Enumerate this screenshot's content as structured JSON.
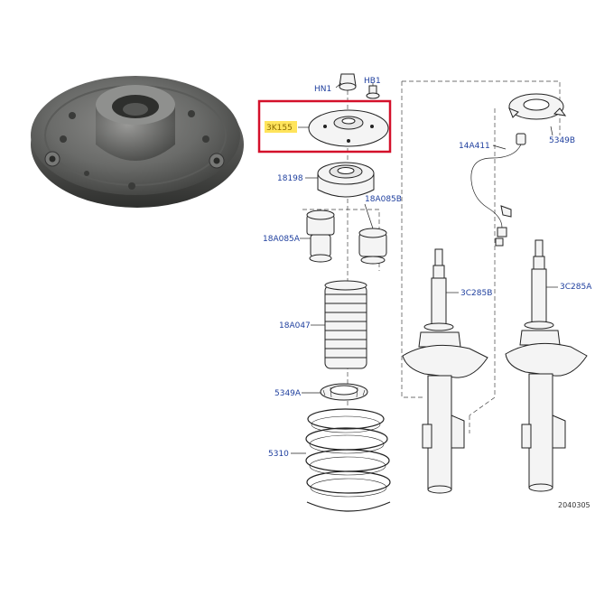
{
  "labels": {
    "hn1": "HN1",
    "hb1": "HB1",
    "k3155": "3K155",
    "p18198": "18198",
    "p18a085b": "18A085B",
    "p18a085a": "18A085A",
    "p18a047": "18A047",
    "p5349a": "5349A",
    "p5310": "5310",
    "p14a411": "14A411",
    "p5349b": "5349B",
    "p3c285b": "3C285B",
    "p3c285a": "3C285A",
    "ref_number": "2040305"
  },
  "colors": {
    "label_blue": "#1f3f9e",
    "highlight_box": "#d4102a",
    "highlight_fill": "#ffe45c"
  },
  "photo": {
    "subject": "strut top mount photo",
    "icon": "strut-mount-photo"
  }
}
